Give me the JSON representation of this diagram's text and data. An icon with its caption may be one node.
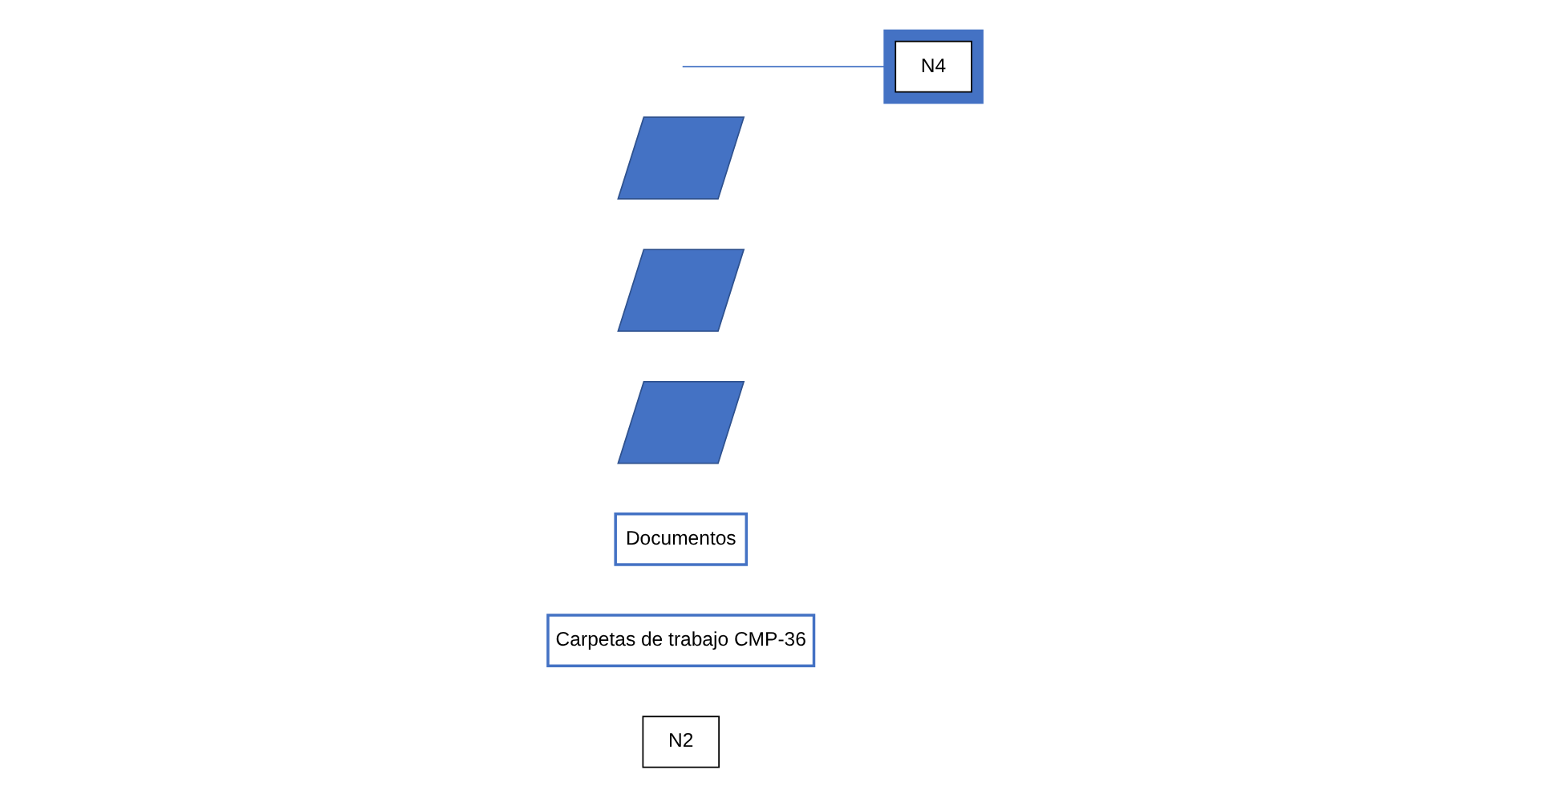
{
  "diagram": {
    "nodes": [
      {
        "text": [
          "N2"
        ]
      },
      {
        "text": [
          "Carpetas de trabajo CMP-36"
        ]
      },
      {
        "text": [
          "Documentos"
        ]
      },
      {
        "text": [],
        "shape": "parallelogram"
      },
      {
        "text": [],
        "shape": "parallelogram"
      },
      {
        "text": [],
        "shape": "parallelogram"
      },
      {
        "text": [],
        "shape": "document"
      },
      {
        "text": [
          "N4"
        ],
        "in": 6
      }
    ],
    "edges": [
      {
        "from": null,
        "to": 6,
        "arrow": "none"
      }
    ]
  }
}
